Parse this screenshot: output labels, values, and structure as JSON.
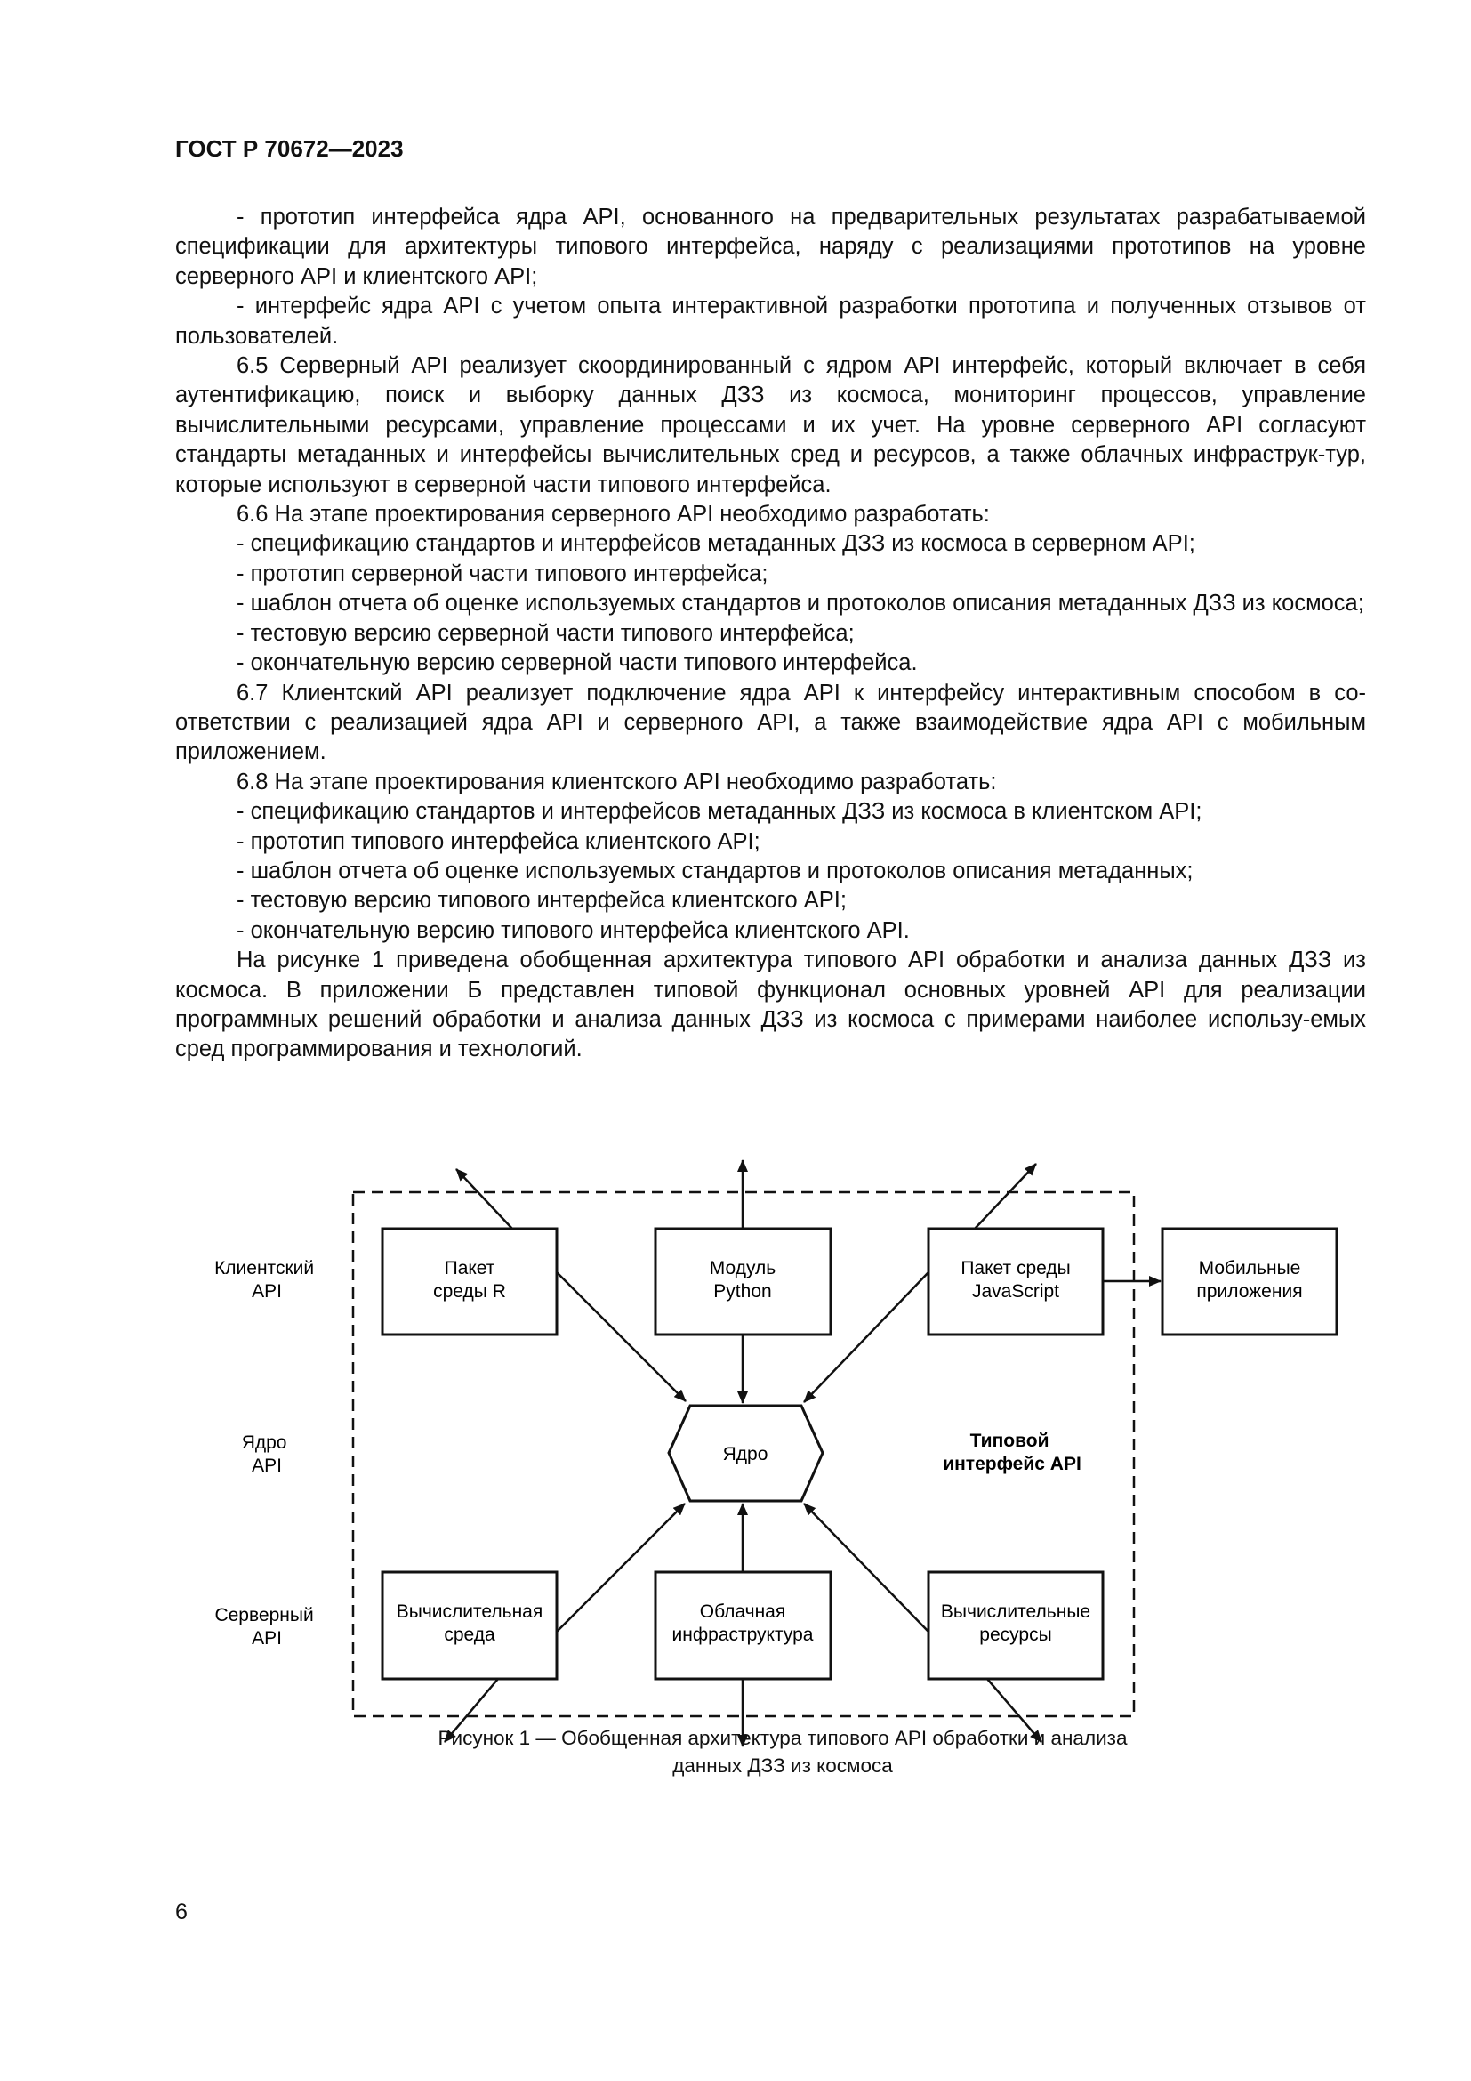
{
  "header": {
    "standard": "ГОСТ Р 70672—2023"
  },
  "paragraphs": [
    "- прототип интерфейса ядра API, основанного на предварительных результатах разрабатываемой спецификации для архитектуры типового интерфейса, наряду с реализациями прототипов на уровне серверного API и клиентского API;",
    "- интерфейс ядра API с учетом опыта интерактивной разработки прототипа и полученных отзывов от пользователей.",
    "6.5 Серверный API реализует скоординированный с ядром API интерфейс, который включает в себя аутентификацию, поиск и выборку данных ДЗЗ из космоса, мониторинг процессов, управление вычислительными ресурсами, управление процессами и их учет. На уровне серверного API согласуют стандарты метаданных и интерфейсы вычислительных сред и ресурсов, а также облачных инфраструк-тур, которые используют в серверной части типового интерфейса.",
    "6.6 На этапе проектирования серверного API необходимо разработать:",
    "- спецификацию стандартов и интерфейсов метаданных ДЗЗ из космоса в серверном API;",
    "- прототип серверной части типового интерфейса;",
    "- шаблон отчета об оценке используемых стандартов и протоколов описания метаданных ДЗЗ из космоса;",
    "- тестовую версию серверной части типового интерфейса;",
    "- окончательную версию серверной части типового интерфейса.",
    "6.7 Клиентский API реализует подключение ядра API к интерфейсу интерактивным способом в со-ответствии с реализацией ядра API и серверного API, а также взаимодействие ядра API с мобильным приложением.",
    "6.8 На этапе проектирования клиентского API необходимо разработать:",
    "- спецификацию стандартов и интерфейсов метаданных ДЗЗ из космоса в клиентском API;",
    "- прототип типового интерфейса клиентского API;",
    "- шаблон отчета об оценке используемых стандартов и протоколов описания метаданных;",
    "- тестовую версию типового интерфейса клиентского API;",
    "- окончательную версию типового интерфейса клиентского API.",
    "На рисунке 1 приведена обобщенная архитектура типового API обработки и анализа данных ДЗЗ из космоса. В приложении Б представлен типовой функционал основных уровней API для реализации программных решений обработки и анализа данных ДЗЗ из космоса с примерами наиболее использу-емых сред программирования и технологий."
  ],
  "figure": {
    "levels": {
      "client": [
        "Клиентский",
        "API"
      ],
      "core": [
        "Ядро",
        "API"
      ],
      "server": [
        "Серверный",
        "API"
      ]
    },
    "boxes": {
      "r_package": [
        "Пакет",
        "среды R"
      ],
      "python_module": [
        "Модуль",
        "Python"
      ],
      "js_package": [
        "Пакет среды",
        "JavaScript"
      ],
      "mobile_apps": [
        "Мобильные",
        "приложения"
      ],
      "compute_env": [
        "Вычислительная",
        "среда"
      ],
      "cloud_infra": [
        "Облачная",
        "инфраструктура"
      ],
      "compute_res": [
        "Вычислительные",
        "ресурсы"
      ]
    },
    "core": "Ядро",
    "typical_interface": [
      "Типовой",
      "интерфейс API"
    ]
  },
  "caption": [
    "Рисунок 1 — Обобщенная архитектура типового API обработки и анализа",
    "данных ДЗЗ из космоса"
  ],
  "page_number": "6"
}
